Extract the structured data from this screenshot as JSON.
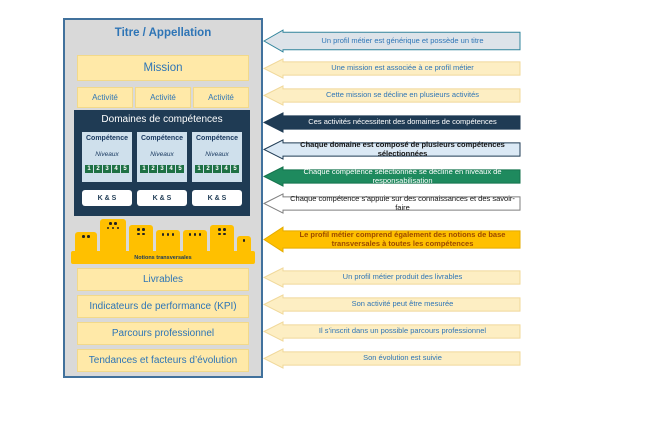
{
  "palette": {
    "panel_bg": "#d9d9d9",
    "panel_border": "#41719c",
    "cream_box": "#ffe9a8",
    "cream_arrow": "#fdeec3",
    "navy": "#1f3b54",
    "card_blue": "#cfe0ec",
    "level_green": "#1e7145",
    "arrow_green": "#1e8a5e",
    "yellow": "#ffc000",
    "blue_text": "#2e75b6",
    "orange_text": "#9c4a00"
  },
  "panel": {
    "title": "Titre / Appellation",
    "mission": "Mission",
    "activities": [
      "Activité",
      "Activité",
      "Activité"
    ],
    "domains": {
      "title": "Domaines de compétences",
      "competences": [
        {
          "title": "Compétence",
          "levels_label": "Niveaux",
          "levels": [
            "1",
            "2",
            "3",
            "4",
            "5"
          ],
          "ks": "K & S"
        },
        {
          "title": "Compétence",
          "levels_label": "Niveaux",
          "levels": [
            "1",
            "2",
            "3",
            "4",
            "5"
          ],
          "ks": "K & S"
        },
        {
          "title": "Compétence",
          "levels_label": "Niveaux",
          "levels": [
            "1",
            "2",
            "3",
            "4",
            "5"
          ],
          "ks": "K & S"
        }
      ]
    },
    "notions": {
      "label": "Notions transversales"
    },
    "bottom_boxes": [
      "Livrables",
      "Indicateurs de performance (KPI)",
      "Parcours professionnel",
      "Tendances et facteurs d’évolution"
    ]
  },
  "arrows": [
    {
      "style": "outlined-gray",
      "label": "Un profil métier est générique et possède un titre"
    },
    {
      "style": "cream",
      "label": "Une mission est associée à ce profil métier"
    },
    {
      "style": "cream",
      "label": "Cette mission se décline en plusieurs activités"
    },
    {
      "style": "navy",
      "label": "Ces activités nécessitent des domaines de compétences"
    },
    {
      "style": "lightblue",
      "label": "Chaque domaine est composé de plusieurs compétences sélectionnées"
    },
    {
      "style": "green",
      "label": "Chaque compétence sélectionnée se décline en niveaux de responsabilisation"
    },
    {
      "style": "white",
      "label": "Chaque compétence s’appuie sur des connaissances et des savoir-faire"
    },
    {
      "style": "orange",
      "label": "Le profil métier comprend également des notions de base transversales à toutes les compétences"
    },
    {
      "style": "cream",
      "label": "Un profil métier produit des livrables"
    },
    {
      "style": "cream",
      "label": "Son activité peut être mesurée"
    },
    {
      "style": "cream",
      "label": "Il s’inscrit dans un possible parcours professionnel"
    },
    {
      "style": "cream",
      "label": "Son évolution est suivie"
    }
  ]
}
